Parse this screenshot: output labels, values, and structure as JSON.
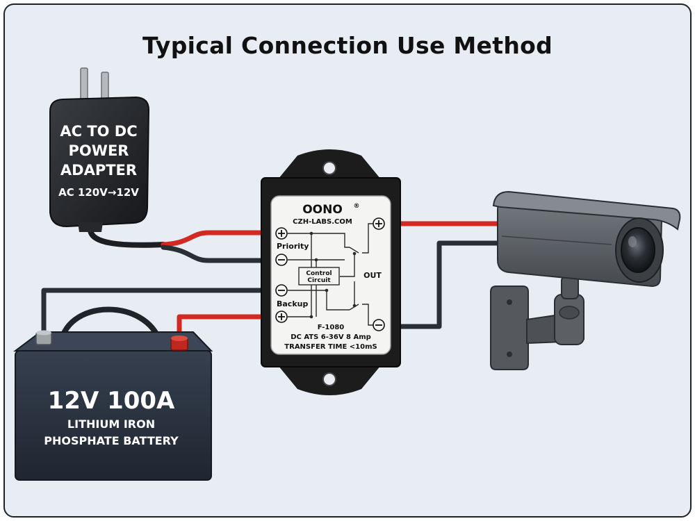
{
  "title": "Typical Connection Use Method",
  "adapter": {
    "label_lines": [
      "AC TO DC",
      "POWER",
      "ADAPTER"
    ],
    "rating": "AC 120V→12V"
  },
  "battery": {
    "capacity": "12V 100A",
    "type_lines": [
      "LITHIUM IRON",
      "PHOSPHATE BATTERY"
    ]
  },
  "switch_module": {
    "brand": "OONO",
    "brand_mark": "®",
    "website": "CZH-LABS.COM",
    "priority_label": "Priority",
    "backup_label": "Backup",
    "out_label": "OUT",
    "control_lines": [
      "Control",
      "Circuit"
    ],
    "model": "F-1080",
    "spec": "DC ATS 6-36V 8 Amp",
    "transfer": "TRANSFER TIME <10mS"
  },
  "colors": {
    "background": "#e8edf4",
    "positive_wire": "#d22a22",
    "negative_wire": "#2a2f35",
    "module_body": "#1c1c1c",
    "battery_body": "#2b3340",
    "camera_body": "#5d6166"
  }
}
